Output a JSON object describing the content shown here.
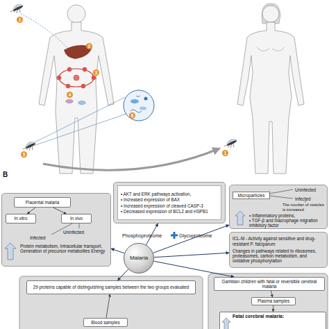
{
  "diagram": {
    "nodes": [
      {
        "text": [
          "Infected",
          "Uninfected",
          "Protein metabolism, Intracellular transport, Generation of precursor metabolites Energy"
        ]
      },
      {
        "text": [
          "Placental malaria"
        ],
        "in": 0
      },
      {
        "text": [
          "In vitro"
        ],
        "in": 0
      },
      {
        "text": [
          "In vivo"
        ],
        "in": 0
      },
      {
        "text": [
          "• AKT and ERK pathways activation,",
          "• Increased expression of BAX",
          "• Increased expression of cleaved CASP-3",
          "• Decreased expression of BCL2 and HSPB1"
        ]
      },
      {
        "text": [
          "Microparticles",
          "Uninfected",
          "Infected",
          "The number of vesicles is increased",
          "• Inflammatory proteins,",
          "• TGF-β and macrophage migration inhibitory factor"
        ]
      },
      {
        "text": [
          "ICL-M - Activity against sensitive and drug-resistant P. falciparum",
          "Changes in pathways related to ribosomes, proteasomes, carbon metabolism, and oxidative phosphorylation"
        ]
      },
      {
        "text": [
          "Malaria"
        ]
      },
      {
        "text": [
          "29 proteins capable of distinguishing samples between the two groups evaluated"
        ]
      },
      {
        "text": [
          "Blood samples"
        ]
      },
      {
        "text": [
          "Gambian children with fatal or reversible cerebral malaria"
        ]
      },
      {
        "text": [
          "Plasma samples"
        ]
      },
      {
        "text": [
          "Fatal cerebral malaria:"
        ]
      }
    ],
    "edges": [
      {
        "from": 7,
        "to": 0,
        "arrow": "to"
      },
      {
        "from": 7,
        "to": 4,
        "arrow": "to"
      },
      {
        "from": 7,
        "to": 5,
        "arrow": "to"
      },
      {
        "from": 7,
        "to": 6,
        "arrow": "to"
      },
      {
        "from": 7,
        "to": 10,
        "arrow": "to"
      },
      {
        "from": 7,
        "to": 8,
        "arrow": "to"
      },
      {
        "from": 1,
        "to": 2,
        "arrow": "to"
      },
      {
        "from": 1,
        "to": 3,
        "arrow": "to"
      },
      {
        "from": 10,
        "to": 11,
        "arrow": "to"
      },
      {
        "from": 11,
        "to": 12,
        "arrow": "to"
      },
      {
        "from": 9,
        "to": 8,
        "arrow": "to"
      }
    ],
    "labels": [
      "B",
      "1",
      "2",
      "3",
      "4",
      "5",
      "6",
      "1",
      "Phosphoproteome",
      "Glycoproteome"
    ]
  }
}
